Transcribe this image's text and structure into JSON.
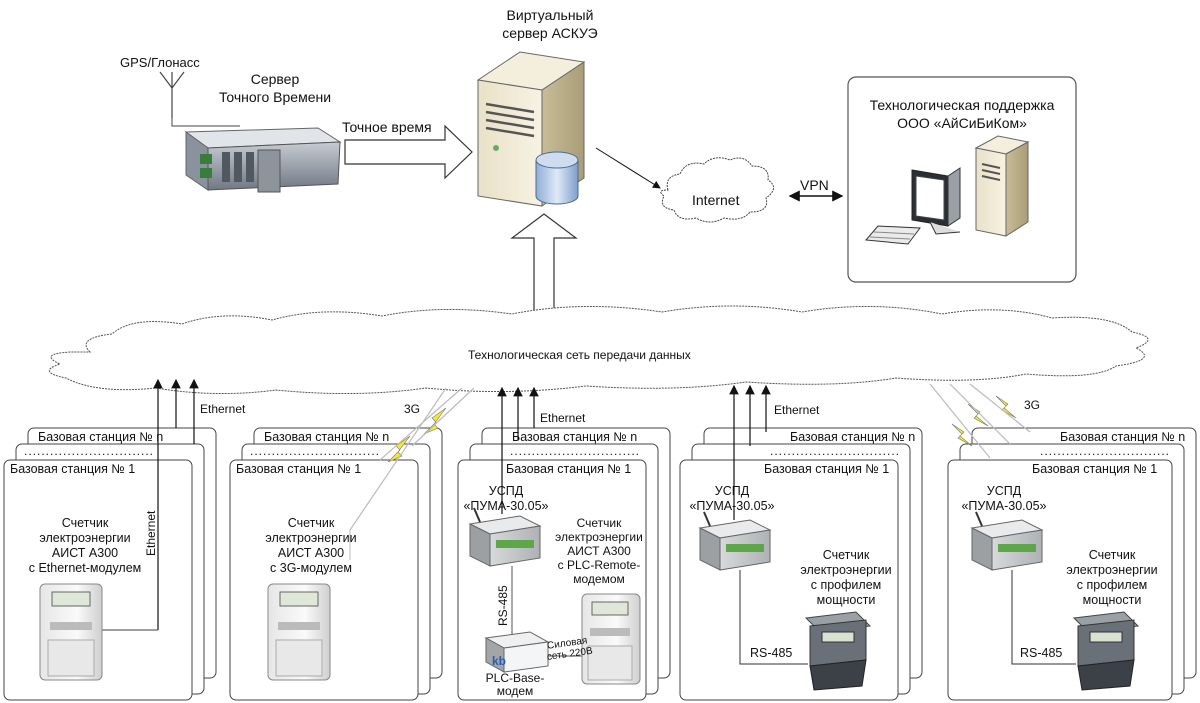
{
  "server": {
    "title_line1": "Виртуальный",
    "title_line2": "сервер АСКУЭ"
  },
  "time_server": {
    "gps": "GPS/Глонасс",
    "title_line1": "Сервер",
    "title_line2": "Точного Времени",
    "arrow_label": "Точное время"
  },
  "internet": {
    "label": "Internet",
    "vpn": "VPN"
  },
  "support": {
    "title_line1": "Технологическая поддержка",
    "title_line2": "ООО «АйСиБиКом»"
  },
  "network": {
    "label": "Технологическая сеть передачи данных"
  },
  "station_n": "Базовая станция № n",
  "station_1": "Базовая станция № 1",
  "dots": "..............................",
  "links": {
    "ethernet": "Ethernet",
    "g3": "3G",
    "rs485": "RS-485"
  },
  "group1": {
    "meter_lines": [
      "Счетчик",
      "электроэнергии",
      "АИСТ А300",
      "с Ethernet-модулем"
    ],
    "vertical": "Ethernet"
  },
  "group2": {
    "meter_lines": [
      "Счетчик",
      "электроэнергии",
      "АИСТ А300",
      "с 3G-модулем"
    ]
  },
  "group3": {
    "uspd_lines": [
      "УСПД",
      "«ПУМА-30.05»"
    ],
    "meter_lines": [
      "Счетчик",
      "электроэнергии",
      "АИСТ А300",
      "с PLC-Remote-",
      "модемом"
    ],
    "plc_lines": [
      "PLC-Base-",
      "модем"
    ],
    "power_lines": [
      "Силовая",
      "сеть 220В"
    ],
    "plc_brand": "kb"
  },
  "group4": {
    "uspd_lines": [
      "УСПД",
      "«ПУМА-30.05»"
    ],
    "meter_lines": [
      "Счетчик",
      "электроэнергии",
      "с профилем",
      "мощности"
    ]
  },
  "group5": {
    "uspd_lines": [
      "УСПД",
      "«ПУМА-30.05»"
    ],
    "meter_lines": [
      "Счетчик",
      "электроэнергии",
      "с профилем",
      "мощности"
    ]
  }
}
